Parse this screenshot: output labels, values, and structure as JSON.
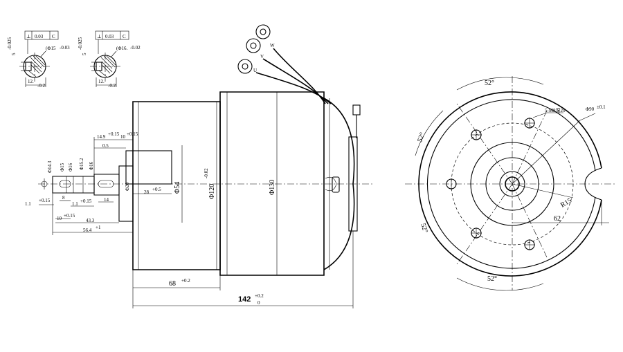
{
  "drawing": {
    "section_left": {
      "tolerance_symbol": "⊥",
      "tolerance_value": "0.03",
      "datum": "C",
      "key_width_dim": "5",
      "key_width_tol": "-0.025",
      "dia_label": "(Φ15",
      "dia_tol": "-0.03",
      "depth_dim": "12.",
      "depth_tol": "-0.2"
    },
    "section_right": {
      "tolerance_symbol": "⊥",
      "tolerance_value": "0.03",
      "datum": "C",
      "key_width_dim": "5",
      "key_width_tol": "-0.025",
      "dia_label": "(Φ16.",
      "dia_tol": "-0.02",
      "depth_dim": "12.",
      "depth_tol": "-0.2"
    },
    "side_view": {
      "dims": {
        "shaft_d1": "Φ14.3",
        "shaft_d2": "Φ15",
        "shaft_d3": "Φ16",
        "shaft_d4": "Φ15.2",
        "shaft_d5": "Φ16",
        "d20": "Φ20",
        "d54": "Φ54",
        "d120": "Φ120",
        "d120_tol": "-0.02",
        "d130": "Φ130",
        "len_14_9": "14.9",
        "len_14_9_tol": "+0.15",
        "len_10_top": "10",
        "len_10_top_tol": "+0.15",
        "len_0_5": "0.5",
        "len_28": "28",
        "len_28_tol": "+0.5",
        "len_1_1": "1.1",
        "len_1_1_tol": "+0.15",
        "len_8": "8",
        "len_1_1b": "1.1",
        "len_1_1b_tol": "+0.15",
        "len_14": "14",
        "len_10_bottom": "10",
        "len_10_bottom_tol": "+0.15",
        "len_43_3": "43.3",
        "len_56_4": "56.4",
        "len_56_4_tol": "+1",
        "len_68": "68",
        "len_68_tol": "+0.2",
        "total_len": "142",
        "total_tol_upper": "+0.2",
        "total_tol_lower": "0"
      },
      "wire_tags": [
        "W",
        "V",
        "U"
      ]
    },
    "end_view": {
      "angle_top": "52°",
      "angle_left": "52°",
      "angle_bottom": "52°",
      "angle_lower_left": "52°",
      "thread_note": "5-M8深20",
      "pcd": "Φ90",
      "pcd_tol": "±0.1",
      "radius": "R15",
      "dim_62": "62"
    }
  }
}
